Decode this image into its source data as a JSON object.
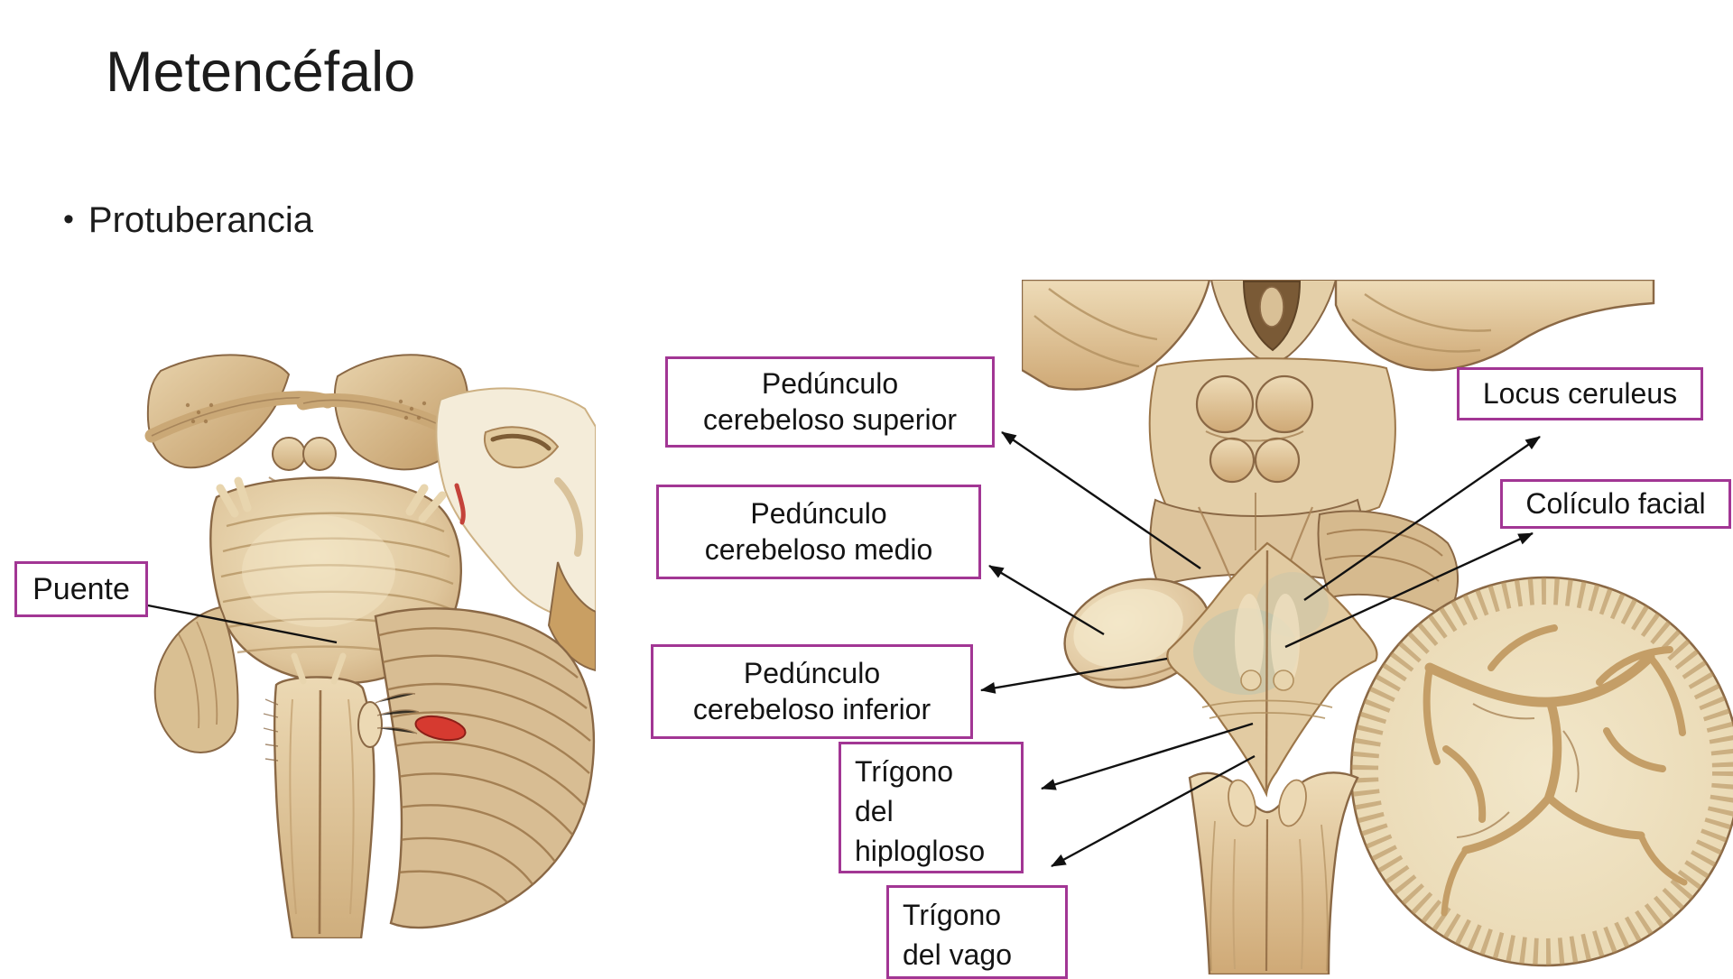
{
  "slide": {
    "title": "Metencéfalo",
    "bullet_marker": "•",
    "bullet_text": "Protuberancia"
  },
  "labels": {
    "puente": {
      "text": "Puente"
    },
    "pedunculo_superior": {
      "text": "Pedúnculo\ncerebeloso superior"
    },
    "pedunculo_medio": {
      "text": "Pedúnculo\ncerebeloso medio"
    },
    "pedunculo_inferior": {
      "text": "Pedúnculo\ncerebeloso inferior"
    },
    "locus_ceruleus": {
      "text": "Locus ceruleus"
    },
    "coliculo_facial": {
      "text": "Colículo facial"
    },
    "trigono_hipogloso": {
      "text": "Trígono\ndel\nhiplogloso"
    },
    "trigono_vago": {
      "text": "Trígono\ndel vago"
    }
  },
  "illustrations": {
    "left": {
      "description": "ventral view of brainstem and pons with cerebellum"
    },
    "right": {
      "description": "dorsal view of brainstem, floor of fourth ventricle and sectioned cerebellum"
    }
  },
  "palette": {
    "label_border": "#a23694",
    "label_background": "#ffffff",
    "text_color": "#141414",
    "arrow_color": "#111111",
    "illustration_tan": "#d8bd93",
    "illustration_dark": "#8a6845",
    "illustration_cream": "#efe3c6",
    "accent_red": "#d63a30"
  }
}
